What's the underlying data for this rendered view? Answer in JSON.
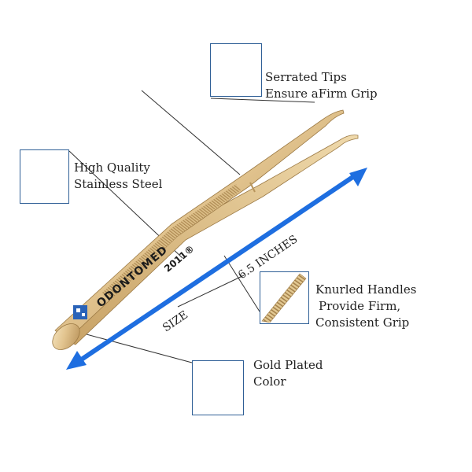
{
  "callouts": {
    "tips": {
      "line1": "Serrated Tips",
      "line2": "Ensure aFirm Grip"
    },
    "steel": {
      "line1": "High Quality",
      "line2": "Stainless Steel"
    },
    "knurled": {
      "line1": "Knurled Handles",
      "line2": "Provide Firm,",
      "line3": "Consistent Grip"
    },
    "gold": {
      "line1": "Gold Plated",
      "line2": "Color"
    }
  },
  "dimension": {
    "size_label": "SIZE",
    "length_label": "6.5 INCHES"
  },
  "engraving": {
    "brand": "ODONTOMED",
    "year": "2011®"
  },
  "colors": {
    "arrow": "#1e6ee0",
    "box_border": "#2f5f96",
    "gold_light": "#f2ddb0",
    "gold_mid": "#d9b77c",
    "gold_dark": "#a9834a"
  }
}
